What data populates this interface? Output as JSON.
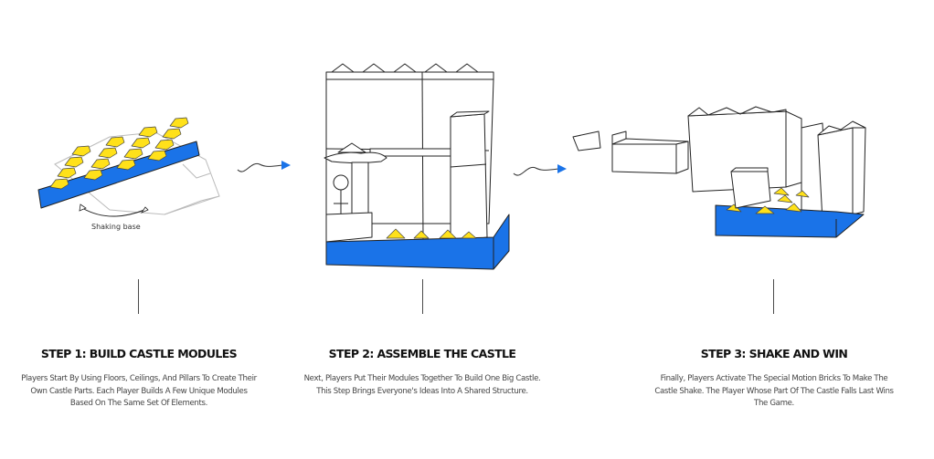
{
  "steps": [
    {
      "title": "STEP 1: BUILD CASTLE MODULES",
      "description_lines": [
        "Players Start By Using Floors, Ceilings, And Pillars To Create Their",
        "Own Castle Parts. Each Player Builds A Few Unique Modules",
        "Based On The Same Set Of Elements."
      ],
      "illustration": "shaking-base-module",
      "annotation": "Shaking base"
    },
    {
      "title": "STEP 2: ASSEMBLE THE CASTLE",
      "description_lines": [
        "Next, Players Put Their Modules Together To Build One Big Castle.",
        "This Step Brings Everyone's Ideas Into A Shared Structure."
      ],
      "illustration": "assembled-castle"
    },
    {
      "title": "STEP 3: SHAKE AND WIN",
      "description_lines": [
        "Finally, Players Activate The Special Motion Bricks To Make The",
        "Castle Shake. The Player Whose Part Of The Castle Falls Last Wins",
        "The Game."
      ],
      "illustration": "falling-castle"
    }
  ],
  "connectors": [
    "squiggle-arrow-icon",
    "squiggle-arrow-icon"
  ],
  "colors": {
    "base_blue": "#1a73e8",
    "brick_yellow": "#ffe11a",
    "arrow_blue": "#1a73e8",
    "title_text": "#111111",
    "body_text": "#444444",
    "divider": "#4a4a4a"
  }
}
